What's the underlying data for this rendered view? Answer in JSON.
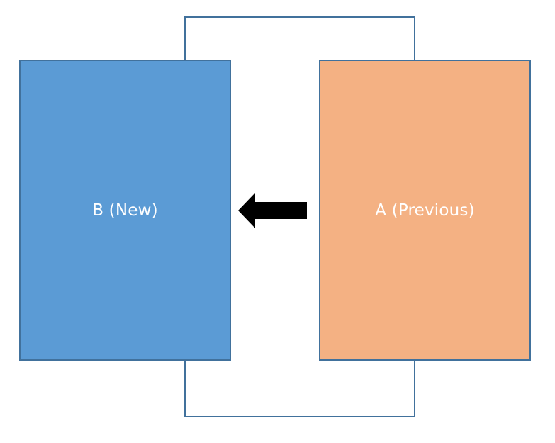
{
  "diagram": {
    "new_box": {
      "label": "B (New)",
      "fill": "#5b9bd5"
    },
    "previous_box": {
      "label": "A (Previous)",
      "fill": "#f4b183"
    },
    "outline_color": "#41719c",
    "arrow": {
      "direction": "left",
      "from": "A (Previous)",
      "to": "B (New)",
      "color": "#000000"
    }
  }
}
